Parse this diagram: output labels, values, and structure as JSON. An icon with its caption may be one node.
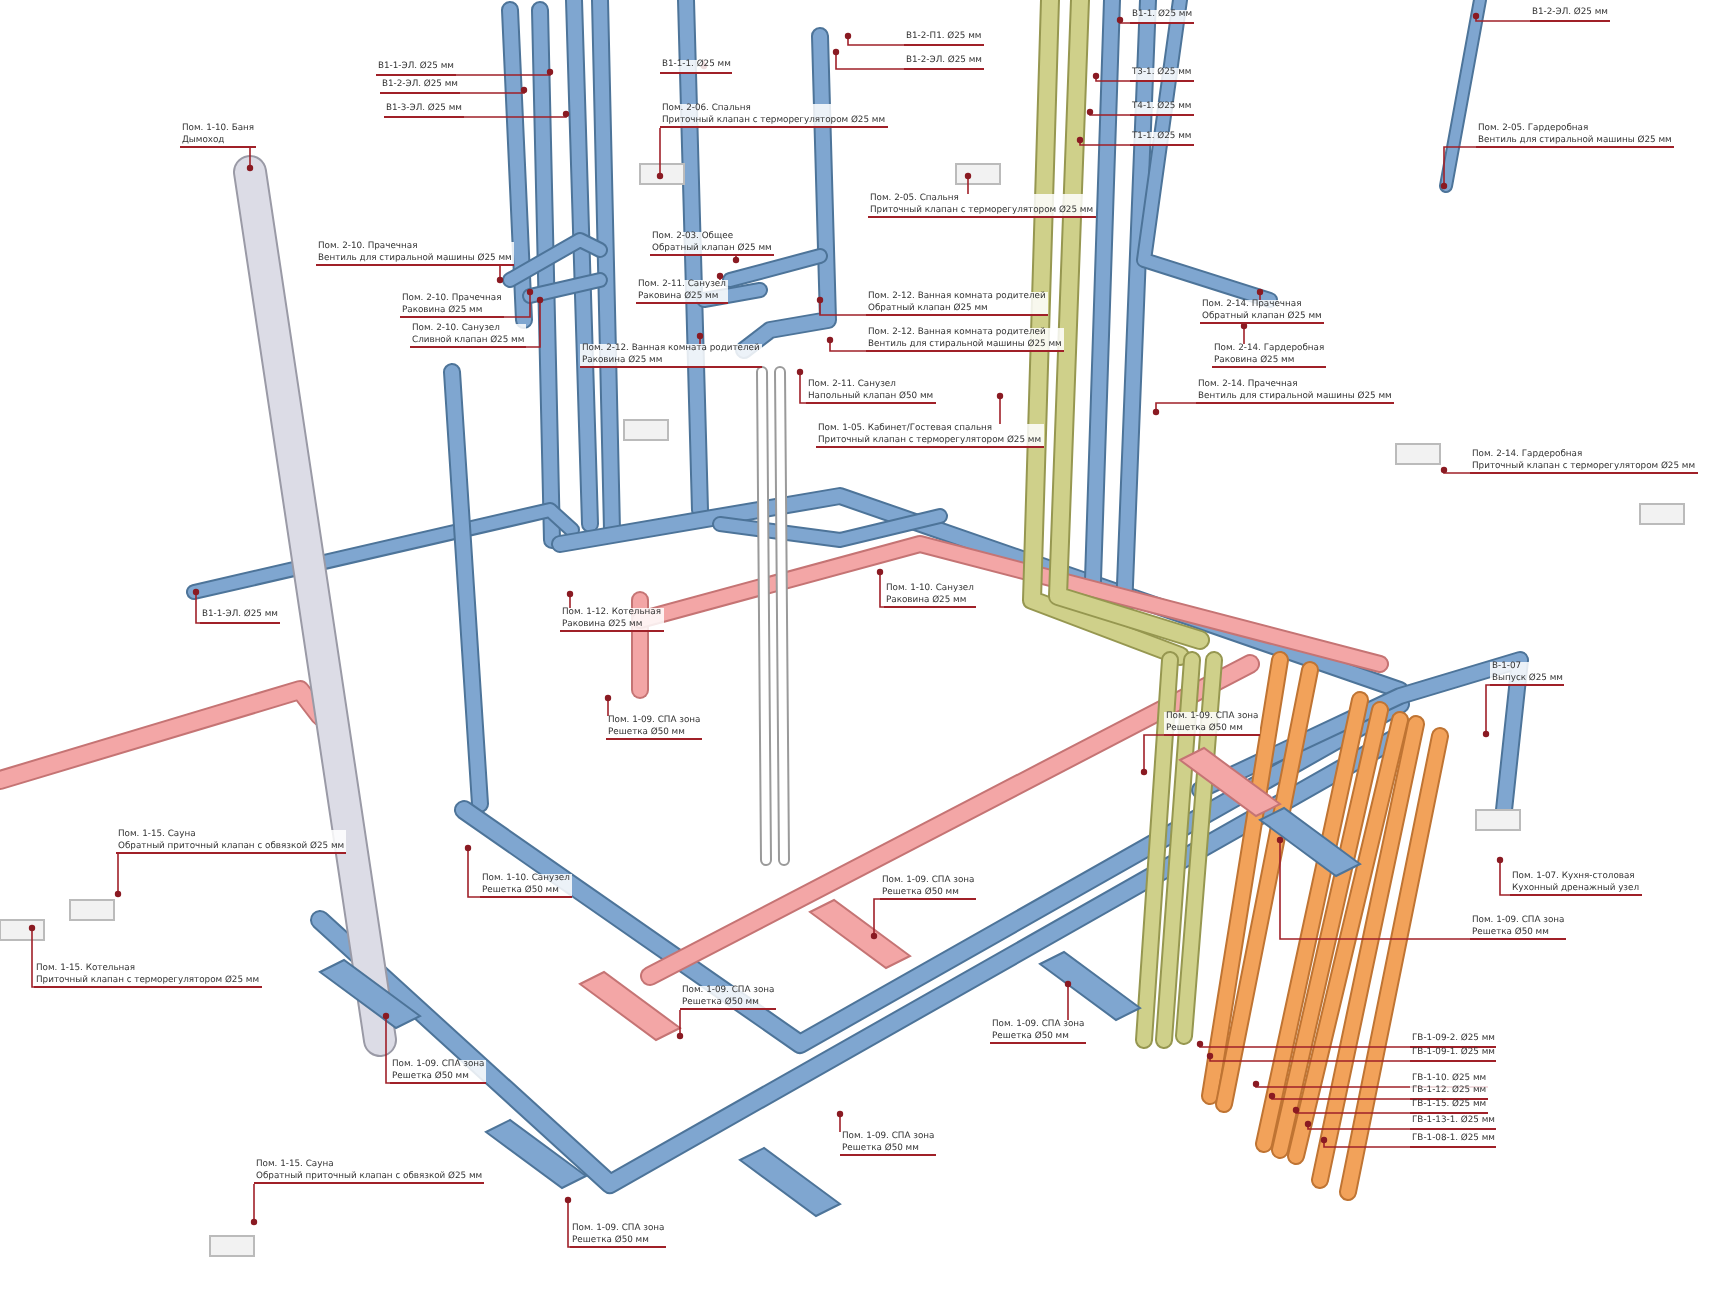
{
  "diagram": {
    "nodes": [
      {
        "text": [
          "В1-1-ЭЛ. Ø25 мм"
        ]
      },
      {
        "text": [
          "В1-2-ЭЛ. Ø25 мм"
        ]
      },
      {
        "text": [
          "В1-3-ЭЛ. Ø25 мм"
        ]
      },
      {
        "text": [
          "Пом. 1-10. Баня",
          "Дымоход"
        ]
      },
      {
        "text": [
          "Пом. 2-10. Прачечная",
          "Вентиль для стиральной машины Ø25 мм"
        ]
      },
      {
        "text": [
          "Пом. 2-10. Прачечная",
          "Раковина Ø25 мм"
        ]
      },
      {
        "text": [
          "Пом. 2-10. Санузел",
          "Сливной клапан Ø25 мм"
        ]
      },
      {
        "text": [
          "В1-1-ЭЛ. Ø25 мм"
        ]
      },
      {
        "text": [
          "В1-1-1. Ø25 мм"
        ]
      },
      {
        "text": [
          "Пом. 2-06. Спальня",
          "Приточный клапан с терморегулятором Ø25 мм"
        ]
      },
      {
        "text": [
          "Пом. 2-05. Спальня",
          "Приточный клапан с терморегулятором Ø25 мм"
        ]
      },
      {
        "text": [
          "Пом. 2-03. Общее",
          "Обратный клапан Ø25 мм"
        ]
      },
      {
        "text": [
          "Пом. 2-11. Санузел",
          "Раковина Ø25 мм"
        ]
      },
      {
        "text": [
          "Пом. 2-12. Ванная комната родителей",
          "Обратный клапан Ø25 мм"
        ]
      },
      {
        "text": [
          "Пом. 2-12. Ванная комната родителей",
          "Вентиль для стиральной машины Ø25 мм"
        ]
      },
      {
        "text": [
          "Пом. 2-12. Ванная комната родителей",
          "Раковина Ø25 мм"
        ]
      },
      {
        "text": [
          "Пом. 2-11. Санузел",
          "Напольный клапан Ø50 мм"
        ]
      },
      {
        "text": [
          "Пом. 1-05. Кабинет/Гостевая спальня",
          "Приточный клапан с терморегулятором Ø25 мм"
        ]
      },
      {
        "text": [
          "В1-2-П1. Ø25 мм"
        ]
      },
      {
        "text": [
          "В1-2-ЭЛ. Ø25 мм"
        ]
      },
      {
        "text": [
          "В1-1. Ø25 мм"
        ]
      },
      {
        "text": [
          "Т3-1. Ø25 мм"
        ]
      },
      {
        "text": [
          "Т4-1. Ø25 мм"
        ]
      },
      {
        "text": [
          "Т1-1. Ø25 мм"
        ]
      },
      {
        "text": [
          "В1-2-ЭЛ. Ø25 мм"
        ]
      },
      {
        "text": [
          "Пом. 2-05. Гардеробная",
          "Вентиль для стиральной машины Ø25 мм"
        ]
      },
      {
        "text": [
          "Пом. 2-14. Прачечная",
          "Обратный клапан Ø25 мм"
        ]
      },
      {
        "text": [
          "Пом. 2-14. Гардеробная",
          "Раковина Ø25 мм"
        ]
      },
      {
        "text": [
          "Пом. 2-14. Прачечная",
          "Вентиль для стиральной машины Ø25 мм"
        ]
      },
      {
        "text": [
          "Пом. 2-14. Гардеробная",
          "Приточный клапан с терморегулятором Ø25 мм"
        ]
      },
      {
        "text": [
          "Пом. 1-12. Котельная",
          "Раковина Ø25 мм"
        ]
      },
      {
        "text": [
          "Пом. 1-10. Санузел",
          "Раковина Ø25 мм"
        ]
      },
      {
        "text": [
          "Пом. 1-09. СПА зона",
          "Решетка Ø50 мм"
        ]
      },
      {
        "text": [
          "Пом. 1-09. СПА зона",
          "Решетка Ø50 мм"
        ]
      },
      {
        "text": [
          "В-1-07",
          "Выпуск Ø25 мм"
        ]
      },
      {
        "text": [
          "Пом. 1-07. Кухня-столовая",
          "Кухонный дренажный узел"
        ]
      },
      {
        "text": [
          "Пом. 1-09. СПА зона",
          "Решетка Ø50 мм"
        ]
      },
      {
        "text": [
          "Пом. 1-09. СПА зона",
          "Решетка Ø50 мм"
        ]
      },
      {
        "text": [
          "Пом. 1-09. СПА зона",
          "Решетка Ø50 мм"
        ]
      },
      {
        "text": [
          "Пом. 1-09. СПА зона",
          "Решетка Ø50 мм"
        ]
      },
      {
        "text": [
          "Пом. 1-09. СПА зона",
          "Решетка Ø50 мм"
        ]
      },
      {
        "text": [
          "Пом. 1-09. СПА зона",
          "Решетка Ø50 мм"
        ]
      },
      {
        "text": [
          "Пом. 1-09. СПА зона",
          "Решетка Ø50 мм"
        ]
      },
      {
        "text": [
          "Пом. 1-10. Санузел",
          "Решетка Ø50 мм"
        ]
      },
      {
        "text": [
          "Пом. 1-15. Сауна",
          "Обратный приточный клапан с обвязкой Ø25 мм"
        ]
      },
      {
        "text": [
          "Пом. 1-15. Котельная",
          "Приточный клапан с терморегулятором Ø25 мм"
        ]
      },
      {
        "text": [
          "Пом. 1-15. Сауна",
          "Обратный приточный клапан с обвязкой Ø25 мм"
        ]
      },
      {
        "text": [
          "ГВ-1-09-2. Ø25 мм"
        ]
      },
      {
        "text": [
          "ГВ-1-09-1. Ø25 мм"
        ]
      },
      {
        "text": [
          "ГВ-1-10. Ø25 мм"
        ]
      },
      {
        "text": [
          "ГВ-1-12. Ø25 мм"
        ]
      },
      {
        "text": [
          "ГВ-1-15. Ø25 мм"
        ]
      },
      {
        "text": [
          "ГВ-1-13-1. Ø25 мм"
        ]
      },
      {
        "text": [
          "ГВ-1-08-1. Ø25 мм"
        ]
      }
    ],
    "edges": [
      {
        "from": 0,
        "to": null,
        "arrow": "other"
      },
      {
        "from": 1,
        "to": null,
        "arrow": "other"
      },
      {
        "from": 2,
        "to": null,
        "arrow": "other"
      },
      {
        "from": 3,
        "to": null,
        "arrow": "other"
      },
      {
        "from": 4,
        "to": null,
        "arrow": "other"
      },
      {
        "from": 5,
        "to": null,
        "arrow": "other"
      },
      {
        "from": 6,
        "to": null,
        "arrow": "other"
      },
      {
        "from": 7,
        "to": null,
        "arrow": "other"
      },
      {
        "from": 8,
        "to": null,
        "arrow": "other"
      },
      {
        "from": 9,
        "to": null,
        "arrow": "other"
      },
      {
        "from": 10,
        "to": null,
        "arrow": "other"
      },
      {
        "from": 11,
        "to": null,
        "arrow": "other"
      },
      {
        "from": 12,
        "to": null,
        "arrow": "other"
      },
      {
        "from": 13,
        "to": null,
        "arrow": "other"
      },
      {
        "from": 14,
        "to": null,
        "arrow": "other"
      },
      {
        "from": 15,
        "to": null,
        "arrow": "other"
      },
      {
        "from": 16,
        "to": null,
        "arrow": "other"
      },
      {
        "from": 17,
        "to": null,
        "arrow": "other"
      },
      {
        "from": 18,
        "to": null,
        "arrow": "other"
      },
      {
        "from": 19,
        "to": null,
        "arrow": "other"
      },
      {
        "from": 20,
        "to": null,
        "arrow": "other"
      },
      {
        "from": 21,
        "to": null,
        "arrow": "other"
      },
      {
        "from": 22,
        "to": null,
        "arrow": "other"
      },
      {
        "from": 23,
        "to": null,
        "arrow": "other"
      },
      {
        "from": 24,
        "to": null,
        "arrow": "other"
      },
      {
        "from": 25,
        "to": null,
        "arrow": "other"
      },
      {
        "from": 26,
        "to": null,
        "arrow": "other"
      },
      {
        "from": 27,
        "to": null,
        "arrow": "other"
      },
      {
        "from": 28,
        "to": null,
        "arrow": "other"
      },
      {
        "from": 29,
        "to": null,
        "arrow": "other"
      },
      {
        "from": 30,
        "to": null,
        "arrow": "other"
      },
      {
        "from": 31,
        "to": null,
        "arrow": "other"
      },
      {
        "from": 32,
        "to": null,
        "arrow": "other"
      },
      {
        "from": 33,
        "to": null,
        "arrow": "other"
      },
      {
        "from": 34,
        "to": null,
        "arrow": "other"
      },
      {
        "from": 35,
        "to": null,
        "arrow": "other"
      },
      {
        "from": 36,
        "to": null,
        "arrow": "other"
      },
      {
        "from": 37,
        "to": null,
        "arrow": "other"
      },
      {
        "from": 38,
        "to": null,
        "arrow": "other"
      },
      {
        "from": 39,
        "to": null,
        "arrow": "other"
      },
      {
        "from": 40,
        "to": null,
        "arrow": "other"
      },
      {
        "from": 41,
        "to": null,
        "arrow": "other"
      },
      {
        "from": 42,
        "to": null,
        "arrow": "other"
      },
      {
        "from": 43,
        "to": null,
        "arrow": "other"
      },
      {
        "from": 44,
        "to": null,
        "arrow": "other"
      },
      {
        "from": 45,
        "to": null,
        "arrow": "other"
      },
      {
        "from": 46,
        "to": null,
        "arrow": "other"
      },
      {
        "from": 47,
        "to": null,
        "arrow": "other"
      },
      {
        "from": 48,
        "to": null,
        "arrow": "other"
      },
      {
        "from": 49,
        "to": null,
        "arrow": "other"
      },
      {
        "from": 50,
        "to": null,
        "arrow": "other"
      },
      {
        "from": 51,
        "to": null,
        "arrow": "other"
      },
      {
        "from": 52,
        "to": null,
        "arrow": "other"
      },
      {
        "from": 53,
        "to": null,
        "arrow": "other"
      }
    ]
  }
}
